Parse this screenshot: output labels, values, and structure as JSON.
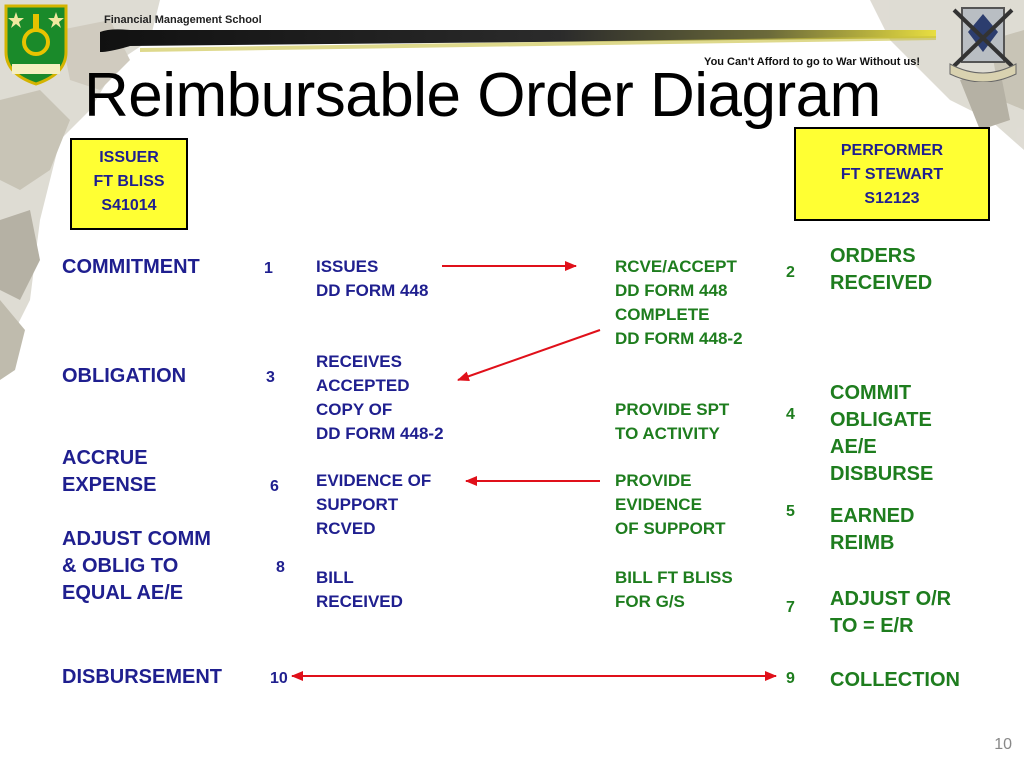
{
  "header": {
    "school": "Financial Management School",
    "motto": "You Can't Afford to go to War Without us!",
    "left_logo_icon": "peace-insignia-icon",
    "right_logo_icon": "crest-insignia-icon"
  },
  "title": "Reimbursable Order Diagram",
  "issuer": {
    "line1": "ISSUER",
    "line2": "FT BLISS",
    "line3": "S41014"
  },
  "performer": {
    "line1": "PERFORMER",
    "line2": "FT STEWART",
    "line3": "S12123"
  },
  "issuer_steps": [
    {
      "label": [
        "COMMITMENT"
      ],
      "num": "1",
      "action": [
        "ISSUES",
        "DD FORM 448"
      ]
    },
    {
      "label": [
        "OBLIGATION"
      ],
      "num": "3",
      "action": [
        "RECEIVES",
        "ACCEPTED",
        "COPY OF",
        "DD FORM 448-2"
      ]
    },
    {
      "label": [
        "ACCRUE",
        "EXPENSE"
      ],
      "num": "6",
      "action": [
        "EVIDENCE OF",
        "SUPPORT",
        "RCVED"
      ]
    },
    {
      "label": [
        "ADJUST COMM",
        "& OBLIG TO",
        "EQUAL AE/E"
      ],
      "num": "8",
      "action": [
        "BILL",
        "RECEIVED"
      ]
    },
    {
      "label": [
        "DISBURSEMENT"
      ],
      "num": "10",
      "action": []
    }
  ],
  "performer_steps": [
    {
      "action": [
        "RCVE/ACCEPT",
        "DD FORM 448",
        "COMPLETE",
        "DD FORM 448-2"
      ],
      "num": "2",
      "label": [
        "ORDERS",
        "RECEIVED"
      ]
    },
    {
      "action": [
        "PROVIDE SPT",
        "TO ACTIVITY"
      ],
      "num": "4",
      "label": [
        "COMMIT",
        "OBLIGATE",
        "AE/E",
        "DISBURSE"
      ]
    },
    {
      "action": [
        "PROVIDE",
        "EVIDENCE",
        "OF SUPPORT"
      ],
      "num": "5",
      "label": [
        "EARNED",
        "REIMB"
      ]
    },
    {
      "action": [
        "BILL FT BLISS",
        "FOR G/S"
      ],
      "num": "7",
      "label": [
        "ADJUST O/R",
        "TO = E/R"
      ]
    },
    {
      "action": [],
      "num": "9",
      "label": [
        "COLLECTION"
      ]
    }
  ],
  "colors": {
    "issuer_text": "#1f1f8f",
    "performer_text": "#1e7d1e",
    "box_fill": "#ffff33",
    "arrow": "#e0101a"
  },
  "page_number": "10"
}
